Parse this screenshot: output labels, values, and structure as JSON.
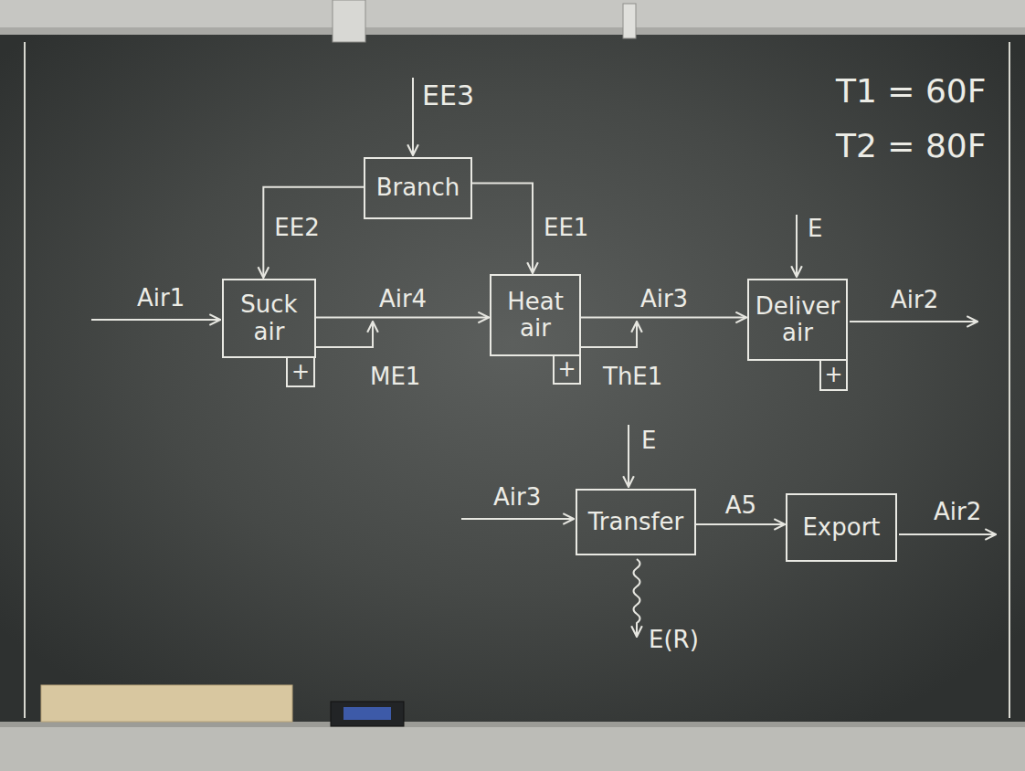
{
  "diagram": {
    "nodes": [
      {
        "text": [
          "Branch"
        ]
      },
      {
        "text": [
          "Suck air"
        ]
      },
      {
        "text": [
          "Heat air"
        ]
      },
      {
        "text": [
          "Deliver air"
        ]
      },
      {
        "text": [
          "+"
        ]
      },
      {
        "text": [
          "+"
        ]
      },
      {
        "text": [
          "+"
        ]
      },
      {
        "text": [
          "Transfer"
        ]
      },
      {
        "text": [
          "Export"
        ]
      }
    ],
    "edges": [
      {
        "from": 0,
        "to": 1,
        "label": "EE2",
        "arrow": "to"
      },
      {
        "from": 0,
        "to": 2,
        "label": "EE1",
        "arrow": "to"
      },
      {
        "from": 1,
        "to": 2,
        "label": "Air4",
        "arrow": "to"
      },
      {
        "from": 2,
        "to": 3,
        "label": "Air3",
        "arrow": "to"
      },
      {
        "from": 7,
        "to": 8,
        "label": "A5",
        "arrow": "to"
      }
    ],
    "labels": [
      "EE3",
      "T1 = 60F",
      "T2 = 80F",
      "Air1",
      "E",
      "Air2",
      "ME1",
      "ThE1",
      "E",
      "Air3",
      "Air2",
      "E(R)"
    ]
  }
}
